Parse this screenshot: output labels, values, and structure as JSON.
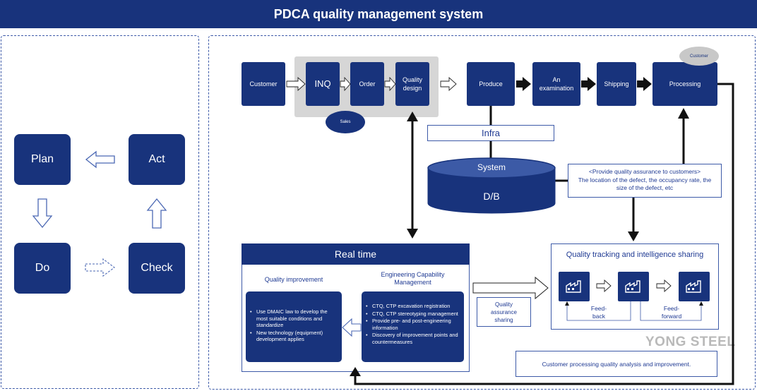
{
  "title": "PDCA quality management system",
  "cycle": {
    "plan": "Plan",
    "act": "Act",
    "do": "Do",
    "check": "Check"
  },
  "flow": {
    "customer": "Customer",
    "inq": "INQ",
    "order": "Order",
    "quality_design_1": "Quality",
    "quality_design_2": "design",
    "sales": "Sales",
    "produce": "Produce",
    "exam_1": "An",
    "exam_2": "examination",
    "shipping": "Shipping",
    "processing": "Processing",
    "customer_oval": "Customer"
  },
  "infra": "Infra",
  "database": {
    "top": "System",
    "bottom": "D/B"
  },
  "assurance": {
    "line1": "<Provide quality assurance to customers>",
    "line2": "The location of the defect, the occupancy rate, the",
    "line3": "size of the defect, etc"
  },
  "realtime": {
    "header": "Real time",
    "qi_title": "Quality improvement",
    "ecm_title_1": "Engineering Capability",
    "ecm_title_2": "Management",
    "qi_items": [
      "Use DMAIC law to develop the most suitable conditions and standardize",
      "New technology (equipment) development applies"
    ],
    "ecm_items": [
      "CTQ, CTP excavation registration",
      "CTQ, CTP stereotyping management",
      "Provide pre- and post-engineering information",
      "Discovery of improvement points and countermeasures"
    ]
  },
  "sharing": {
    "line1": "Quality",
    "line2": "assurance",
    "line3": "sharing"
  },
  "tracking": {
    "title": "Quality tracking and intelligence sharing",
    "feedback_1": "Feed-",
    "feedback_2": "back",
    "feedforward_1": "Feed-",
    "feedforward_2": "forward"
  },
  "analysis": "Customer processing quality analysis and improvement.",
  "watermark": "YONG STEEL"
}
